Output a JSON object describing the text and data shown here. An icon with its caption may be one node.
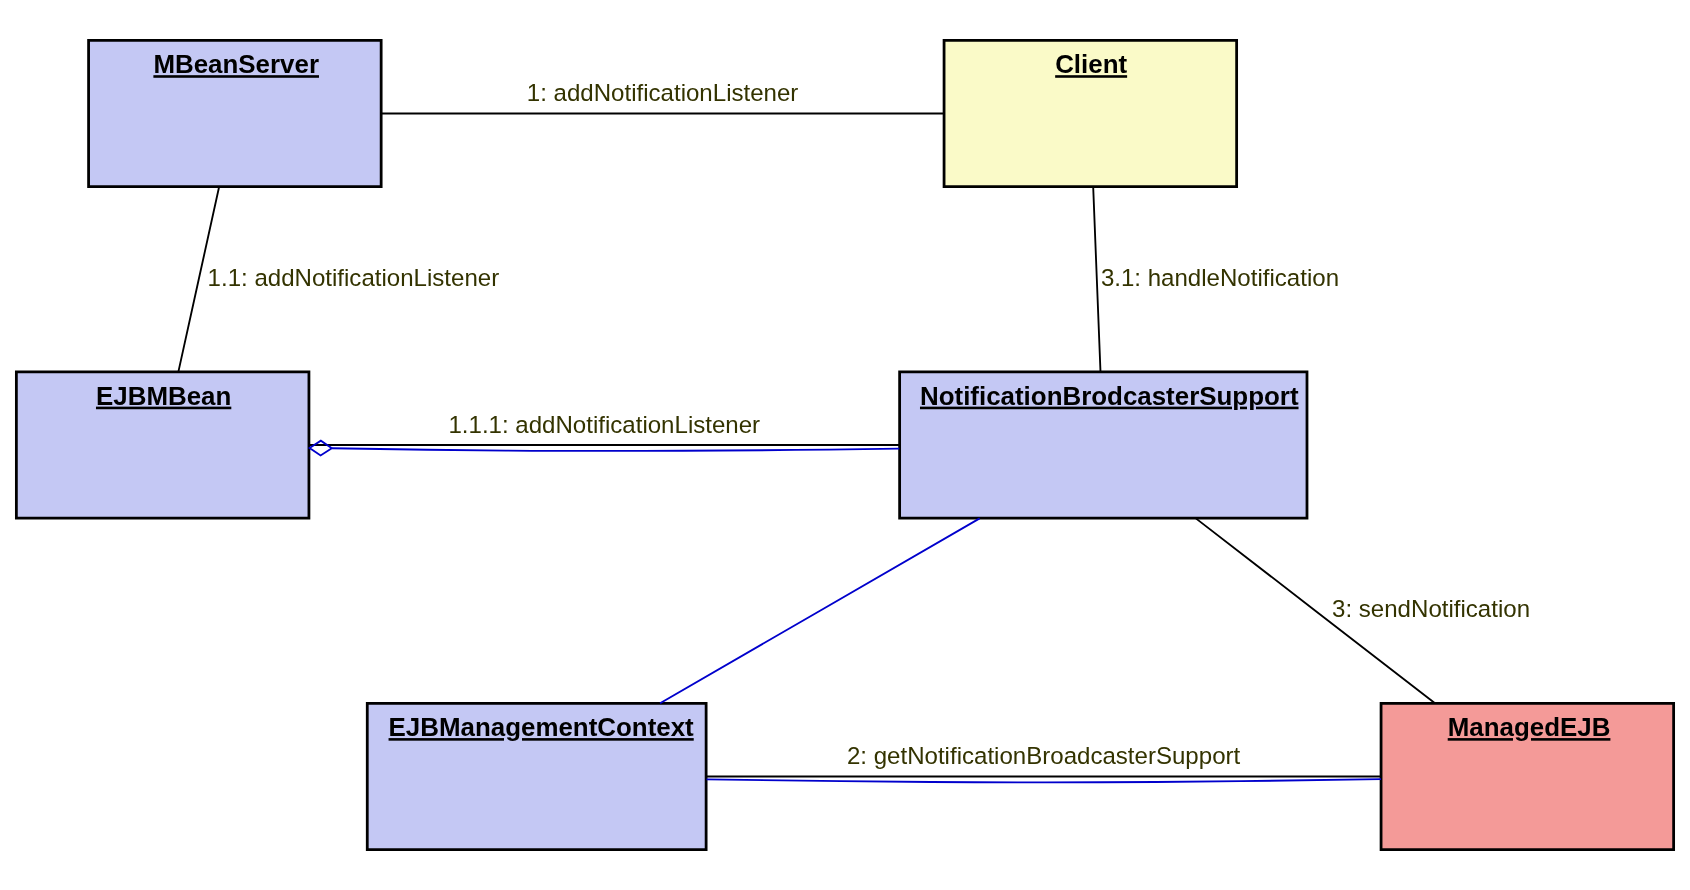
{
  "diagram": {
    "nodes": [
      {
        "text": [
          "MBeanServer"
        ]
      },
      {
        "text": [
          "Client"
        ]
      },
      {
        "text": [
          "EJBMBean"
        ]
      },
      {
        "text": [
          "NotificationBrodcasterSupport"
        ]
      },
      {
        "text": [
          "EJBManagementContext"
        ]
      },
      {
        "text": [
          "ManagedEJB"
        ]
      }
    ],
    "edges": [
      {
        "from": 0,
        "to": 1,
        "arrow": "none",
        "label": "1: addNotificationListener"
      },
      {
        "from": 0,
        "to": 2,
        "arrow": "none",
        "label": "1.1: addNotificationListener"
      },
      {
        "from": 1,
        "to": 3,
        "arrow": "none",
        "label": "3.1: handleNotification"
      },
      {
        "from": 2,
        "to": 3,
        "arrow": "none",
        "label": "1.1.1: addNotificationListener"
      },
      {
        "from": 2,
        "to": 3,
        "arrow": "other",
        "color": "#0000cc"
      },
      {
        "from": 3,
        "to": 4,
        "arrow": "none",
        "color": "#0000cc"
      },
      {
        "from": 3,
        "to": 5,
        "arrow": "none",
        "label": "3: sendNotification"
      },
      {
        "from": 4,
        "to": 5,
        "arrow": "none",
        "label": "2: getNotificationBroadcasterSupport"
      },
      {
        "from": 4,
        "to": 5,
        "arrow": "none",
        "color": "#0000cc"
      }
    ]
  }
}
